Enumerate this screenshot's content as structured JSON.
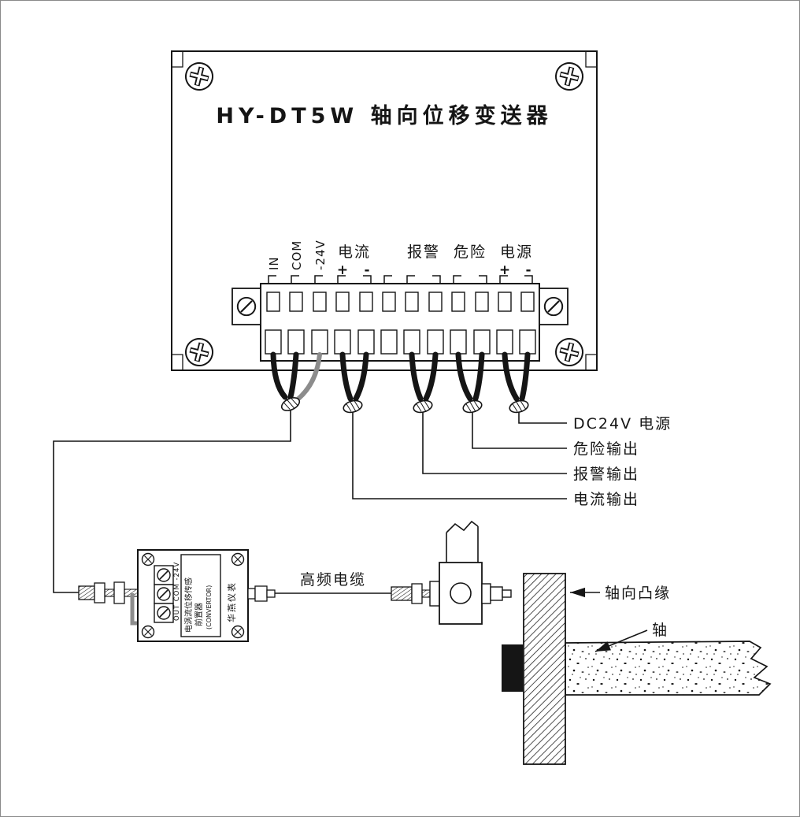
{
  "diagram": {
    "title": "HY-DT5W 轴向位移变送器",
    "terminal_labels": {
      "in": "IN",
      "com": "COM",
      "neg24v": "-24V",
      "current": "电流",
      "current_plus": "+",
      "current_minus": "-",
      "alarm": "报警",
      "danger": "危险",
      "power": "电源",
      "power_plus": "+",
      "power_minus": "-"
    },
    "output_labels": {
      "power": "DC24V 电源",
      "danger": "危险输出",
      "alarm": "报警输出",
      "current": "电流输出"
    },
    "converter": {
      "terminals": "OUT COM -24V",
      "name_line1": "电涡流位移传感",
      "name_line2": "前置器",
      "name_line3": "(CONVERTOR)",
      "brand": "华燕仪表"
    },
    "cable_label": "高频电缆",
    "flange_label": "轴向凸缘",
    "shaft_label": "轴",
    "colors": {
      "line": "#151515",
      "shield_wire": "#8c8c8c"
    }
  }
}
